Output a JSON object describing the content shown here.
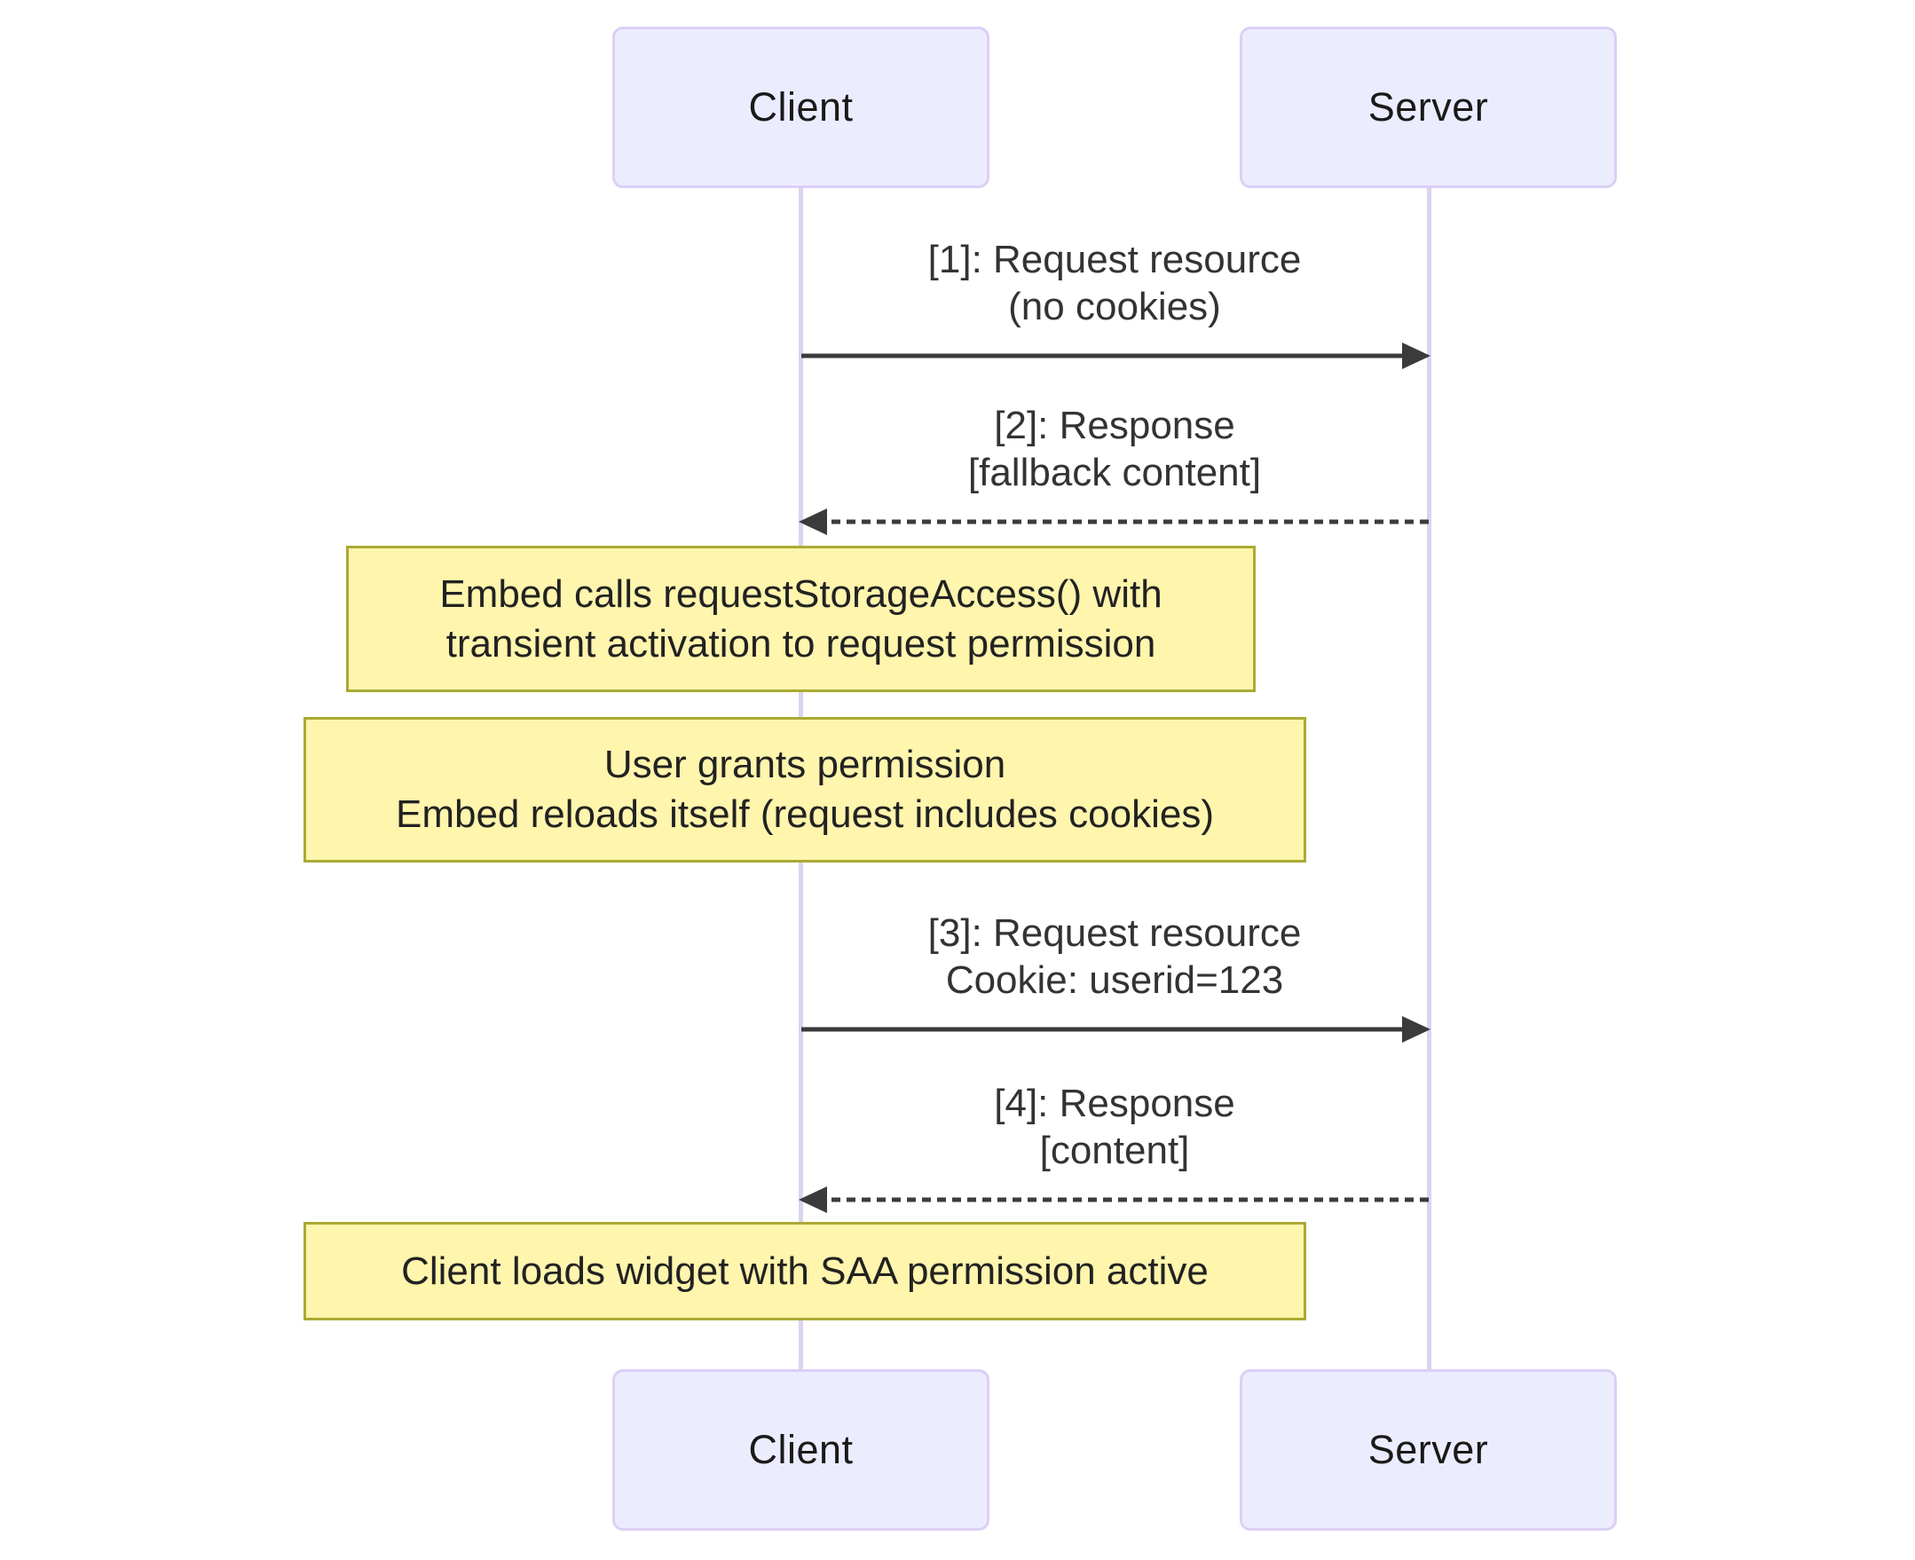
{
  "colors": {
    "background": "#FFFFFF",
    "actor_fill": "#ECECFF",
    "actor_border": "#DCCFF5",
    "lifeline": "#DCD3EF",
    "note_fill": "#FFF5AD",
    "note_border": "#AAAA33",
    "arrow": "#3B3B3B",
    "text": "#333333"
  },
  "diagram_type": "sequence",
  "actors": {
    "client": {
      "label": "Client"
    },
    "server": {
      "label": "Server"
    }
  },
  "messages": [
    {
      "lines": [
        "[1]: Request resource",
        "(no cookies)"
      ],
      "style": "solid",
      "from": "client",
      "to": "server"
    },
    {
      "lines": [
        "[2]: Response",
        "[fallback content]"
      ],
      "style": "dashed",
      "from": "server",
      "to": "client"
    },
    {
      "lines": [
        "[3]: Request resource",
        "Cookie: userid=123"
      ],
      "style": "solid",
      "from": "client",
      "to": "server"
    },
    {
      "lines": [
        "[4]: Response",
        "[content]"
      ],
      "style": "dashed",
      "from": "server",
      "to": "client"
    }
  ],
  "notes": [
    {
      "lines": [
        "Embed calls requestStorageAccess() with",
        "transient activation to request permission"
      ]
    },
    {
      "lines": [
        "User grants permission",
        "Embed reloads itself (request includes cookies)"
      ]
    },
    {
      "lines": [
        "Client loads widget with SAA permission active"
      ]
    }
  ]
}
